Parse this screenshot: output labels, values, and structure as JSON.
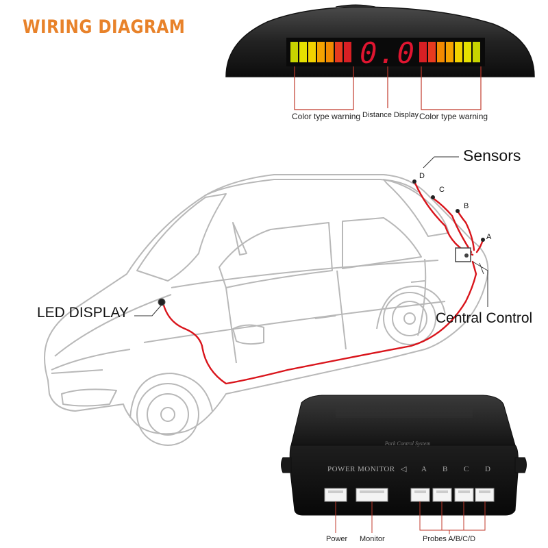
{
  "title": "WIRING DIAGRAM",
  "display": {
    "reading": "0.0",
    "left_label": "Color type warning",
    "center_label": "Distance Display",
    "right_label": "Color type warning",
    "segment_colors": [
      "#c8d400",
      "#e6e000",
      "#f2d200",
      "#f5a300",
      "#f28a00",
      "#e83a1f",
      "#d81f24"
    ]
  },
  "callouts": {
    "sensors": "Sensors",
    "led_display": "LED DISPLAY",
    "central_control": "Central Control"
  },
  "sensor_letters": [
    "D",
    "C",
    "B",
    "A"
  ],
  "control_box": {
    "brand": "Park Control System",
    "port_labels": [
      "POWER",
      "MONITOR",
      "A",
      "B",
      "C",
      "D"
    ],
    "bottom_labels": {
      "power": "Power",
      "monitor": "Monitor",
      "probes": "Probes A/B/C/D"
    }
  },
  "colors": {
    "title": "#e8822a",
    "wire": "#d9141b",
    "callout_line": "#c0392b"
  }
}
